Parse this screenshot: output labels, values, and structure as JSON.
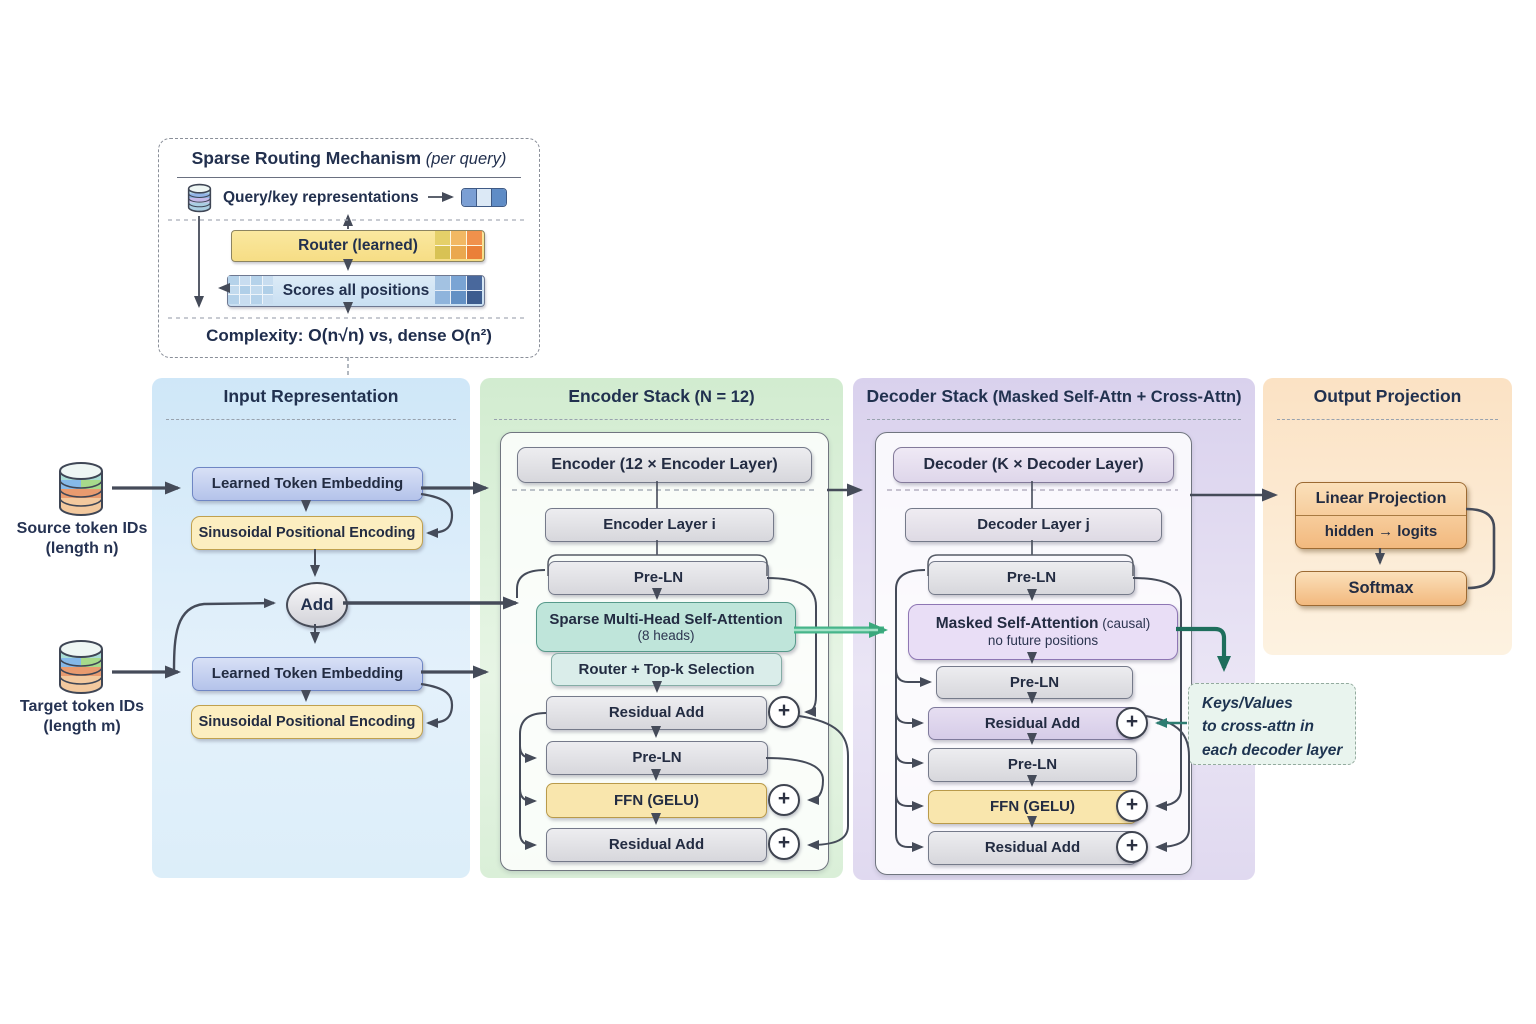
{
  "sparse_box": {
    "title": "Sparse Routing Mechanism",
    "title_suffix": " (per query)",
    "query_label": "Query/key representations",
    "router_label": "Router (learned)",
    "scores_label": "Scores all positions",
    "complexity_prefix": "Complexity: ",
    "complexity_term": "O(n√n)",
    "complexity_rest": " vs, dense O(n²)"
  },
  "sources": {
    "source_title": "Source token IDs",
    "source_sub": "(length n)",
    "target_title": "Target token IDs",
    "target_sub": "(length m)"
  },
  "input_panel": {
    "title": "Input Representation",
    "source_embedding": "Learned Token Embedding",
    "source_positional": "Sinusoidal Positional Encoding",
    "add_label": "Add",
    "target_embedding": "Learned Token Embedding",
    "target_positional": "Sinusoidal Positional Encoding"
  },
  "encoder_panel": {
    "title": "Encoder Stack",
    "title_suffix": " (N = 12)",
    "encoder_bold": "Encoder",
    "encoder_rest": " (12 × Encoder Layer)",
    "layer": "Encoder Layer i",
    "pre_ln_1": "Pre-LN",
    "attention": "Sparse Multi-Head Self-Attention",
    "attention_sub": "(8 heads)",
    "router": "Router + Top-k Selection",
    "residual_1": "Residual Add",
    "pre_ln_2": "Pre-LN",
    "ffn": "FFN (GELU)",
    "residual_2": "Residual Add"
  },
  "decoder_panel": {
    "title": "Decoder Stack",
    "title_suffix": " (Masked Self-Attn + Cross-Attn)",
    "decoder_bold": "Decoder",
    "decoder_rest": " (K × Decoder Layer)",
    "layer": "Decoder Layer j",
    "pre_ln_1": "Pre-LN",
    "masked_attention": "Masked Self-Attention",
    "masked_suffix": " (causal)",
    "masked_sub": "no future positions",
    "pre_ln_2": "Pre-LN",
    "residual_1": "Residual Add",
    "pre_ln_3": "Pre-LN",
    "ffn": "FFN (GELU)",
    "residual_2": "Residual Add"
  },
  "output_panel": {
    "title": "Output Projection",
    "linear": "Linear Projection",
    "linear_sub": "hidden → logits",
    "softmax": "Softmax"
  },
  "note": {
    "line1": "Keys/Values",
    "line2": "to cross-attn in",
    "line3": "each decoder layer"
  },
  "misc": {
    "plus": "+"
  },
  "colors": {
    "panel_blue": "#d5e9f8",
    "panel_green": "#d6edd3",
    "panel_purple": "#ddd6ef",
    "panel_peach": "#fbe4c8",
    "green_arrow": "#46b58a",
    "dark_green_arrow": "#1e6e5c",
    "teal_arrow": "#2e7d72",
    "title_navy": "#21314f"
  }
}
